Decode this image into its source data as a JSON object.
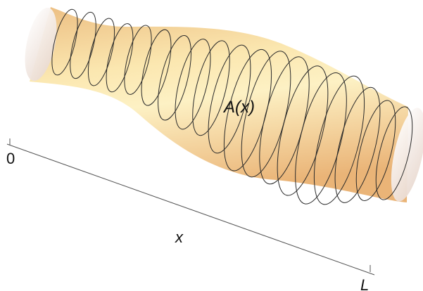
{
  "figure": {
    "region_label_prefix": "A(",
    "region_label_var": "x",
    "region_label_suffix": ")",
    "axis_start_label": "0",
    "axis_var_label": "x",
    "axis_end_label": "L"
  },
  "colors": {
    "surface_light": "#fdf2c6",
    "surface_mid": "#f6d89a",
    "surface_dark": "#ebb778",
    "end_cap_light": "#f7f0f2",
    "end_cap_shadow": "#e6d3c8",
    "cross_section_stroke": "#2a2a2a",
    "axis_color": "#555555"
  },
  "cross_sections": 19
}
